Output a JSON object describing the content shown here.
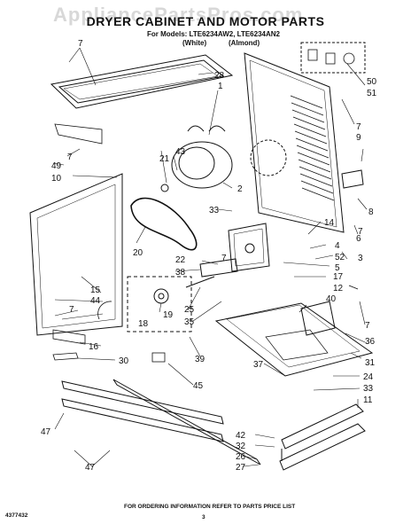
{
  "header": {
    "watermark": "AppliancePartsPros.com",
    "title": "DRYER CABINET AND MOTOR PARTS",
    "models_line": "For Models: LTE6234AW2, LTE6234AN2",
    "white": "(White)",
    "almond": "(Almond)"
  },
  "footer": {
    "doc_number": "4377432",
    "ordering_note": "FOR ORDERING INFORMATION REFER TO PARTS PRICE LIST",
    "page_number": "3"
  },
  "callouts": [
    {
      "id": "c7a",
      "label": "7"
    },
    {
      "id": "c28",
      "label": "28"
    },
    {
      "id": "c1",
      "label": "1"
    },
    {
      "id": "c50",
      "label": "50"
    },
    {
      "id": "c51",
      "label": "51"
    },
    {
      "id": "c7b",
      "label": "7"
    },
    {
      "id": "c9",
      "label": "9"
    },
    {
      "id": "c43",
      "label": "43"
    },
    {
      "id": "c21",
      "label": "21"
    },
    {
      "id": "c49",
      "label": "49"
    },
    {
      "id": "c7c",
      "label": "7"
    },
    {
      "id": "c10",
      "label": "10"
    },
    {
      "id": "c2",
      "label": "2"
    },
    {
      "id": "c8",
      "label": "8"
    },
    {
      "id": "c7d",
      "label": "7"
    },
    {
      "id": "c33a",
      "label": "33"
    },
    {
      "id": "c14",
      "label": "14"
    },
    {
      "id": "c6",
      "label": "6"
    },
    {
      "id": "c20",
      "label": "20"
    },
    {
      "id": "c4",
      "label": "4"
    },
    {
      "id": "c52",
      "label": "52"
    },
    {
      "id": "c3",
      "label": "3"
    },
    {
      "id": "c7e",
      "label": "7"
    },
    {
      "id": "c22",
      "label": "22"
    },
    {
      "id": "c5",
      "label": "5"
    },
    {
      "id": "c38",
      "label": "38"
    },
    {
      "id": "c17",
      "label": "17"
    },
    {
      "id": "c15",
      "label": "15"
    },
    {
      "id": "c44",
      "label": "44"
    },
    {
      "id": "c12",
      "label": "12"
    },
    {
      "id": "c7f",
      "label": "7"
    },
    {
      "id": "c40",
      "label": "40"
    },
    {
      "id": "c25",
      "label": "25"
    },
    {
      "id": "c19",
      "label": "19"
    },
    {
      "id": "c18",
      "label": "18"
    },
    {
      "id": "c35",
      "label": "35"
    },
    {
      "id": "c7g",
      "label": "7"
    },
    {
      "id": "c36",
      "label": "36"
    },
    {
      "id": "c16",
      "label": "16"
    },
    {
      "id": "c30",
      "label": "30"
    },
    {
      "id": "c39",
      "label": "39"
    },
    {
      "id": "c31",
      "label": "31"
    },
    {
      "id": "c37",
      "label": "37"
    },
    {
      "id": "c24",
      "label": "24"
    },
    {
      "id": "c45",
      "label": "45"
    },
    {
      "id": "c33b",
      "label": "33"
    },
    {
      "id": "c11",
      "label": "11"
    },
    {
      "id": "c47a",
      "label": "47"
    },
    {
      "id": "c42",
      "label": "42"
    },
    {
      "id": "c32",
      "label": "32"
    },
    {
      "id": "c26",
      "label": "26"
    },
    {
      "id": "c47b",
      "label": "47"
    },
    {
      "id": "c27",
      "label": "27"
    }
  ]
}
